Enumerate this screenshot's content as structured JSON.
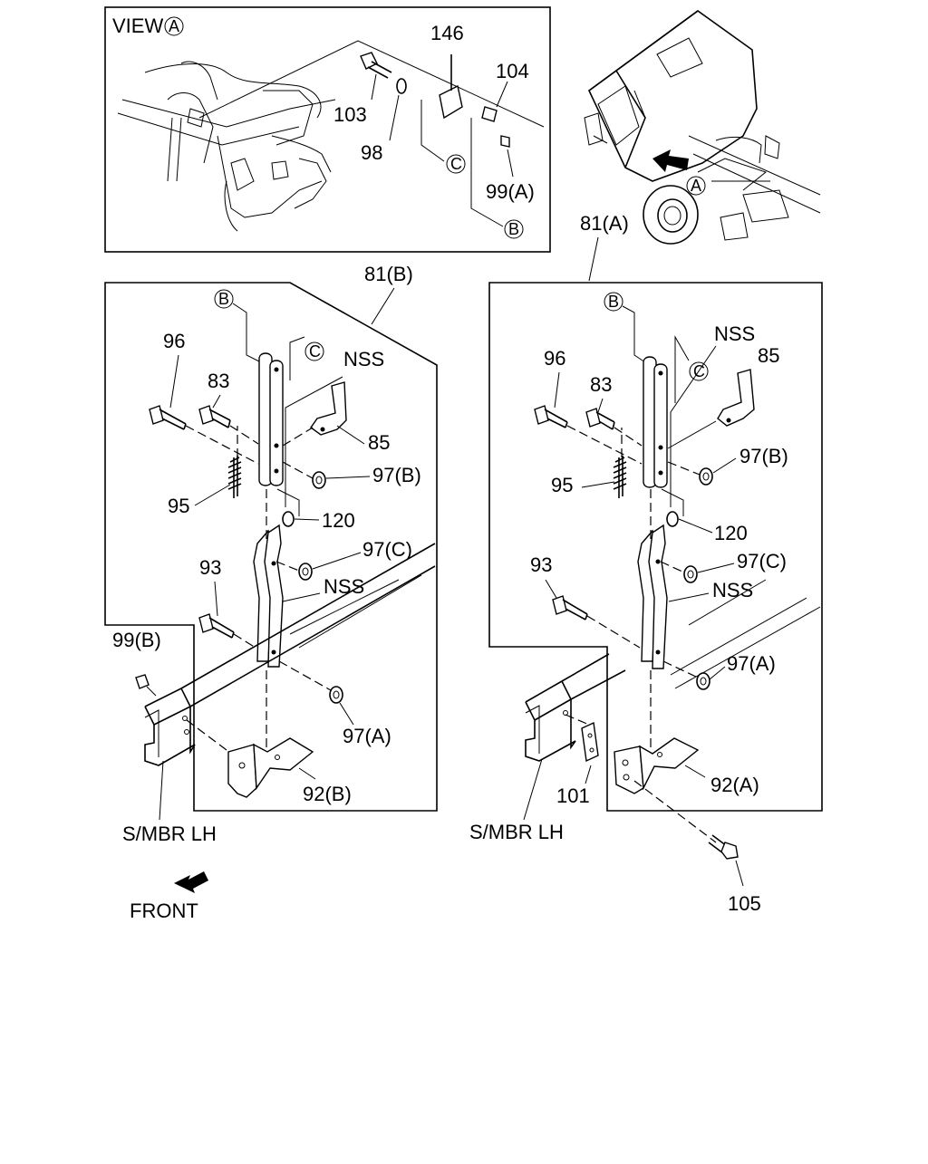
{
  "view_box": {
    "title": "VIEW",
    "view_marker": "A",
    "callouts": {
      "p146": "146",
      "p104": "104",
      "p103": "103",
      "p98": "98",
      "p99a": "99(A)",
      "marker_c": "C",
      "marker_b": "B"
    }
  },
  "truck_inset": {
    "marker": "A",
    "label_81a": "81(A)"
  },
  "left_assembly": {
    "label_81b": "81(B)",
    "marker_b": "B",
    "marker_c": "C",
    "nss_upper": "NSS",
    "nss_lower": "NSS",
    "p96": "96",
    "p83": "83",
    "p85": "85",
    "p95": "95",
    "p97b": "97(B)",
    "p120": "120",
    "p97c": "97(C)",
    "p93": "93",
    "p99b": "99(B)",
    "p97a": "97(A)",
    "p92b": "92(B)",
    "smbr": "S/MBR  LH",
    "front": "FRONT"
  },
  "right_assembly": {
    "marker_b": "B",
    "marker_c": "C",
    "nss_upper": "NSS",
    "nss_lower": "NSS",
    "p96": "96",
    "p83": "83",
    "p85": "85",
    "p95": "95",
    "p97b": "97(B)",
    "p120": "120",
    "p97c": "97(C)",
    "p93": "93",
    "p97a": "97(A)",
    "p101": "101",
    "p92a": "92(A)",
    "p105": "105",
    "smbr": "S/MBR  LH"
  }
}
